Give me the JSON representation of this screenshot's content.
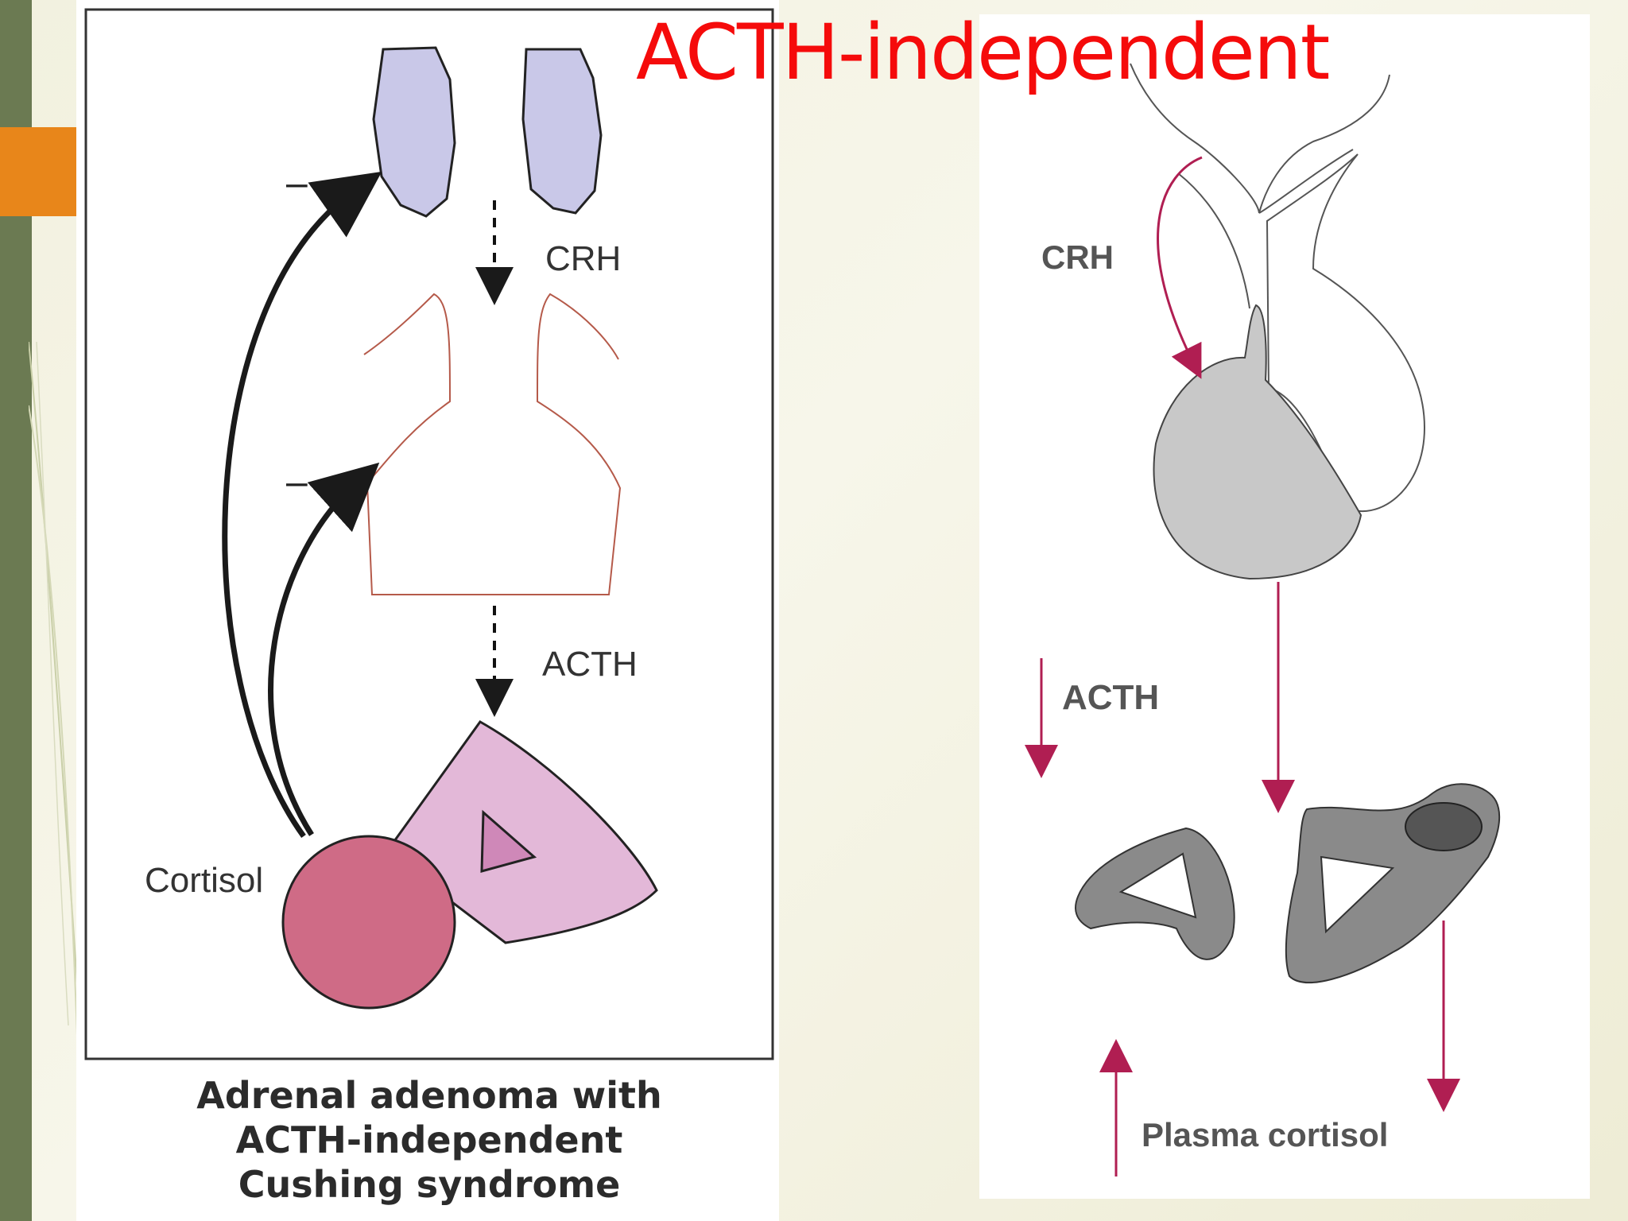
{
  "slide": {
    "title": "ACTH-independent"
  },
  "left_diagram": {
    "labels": {
      "crh": "CRH",
      "acth": "ACTH",
      "cortisol": "Cortisol",
      "minus_hypothalamus": "–",
      "minus_pituitary": "–"
    },
    "caption": [
      "Adrenal adenoma with",
      "ACTH-independent",
      "Cushing syndrome"
    ]
  },
  "right_diagram": {
    "labels": {
      "crh": "CRH",
      "acth": "ACTH",
      "plasma_cortisol": "Plasma cortisol"
    }
  },
  "colors": {
    "title": "#f50b0b",
    "accent_bar": "#6b7a52",
    "orange_tab": "#e8861a",
    "hypothalamus_fill": "#c9c8e8",
    "adrenal_fill": "#e3b8d8",
    "adenoma_fill": "#cf6b86",
    "arrow_magenta": "#b01e52",
    "pituitary_gray": "#c8c8c8",
    "adrenal_gray": "#8a8a8a"
  },
  "icons": {
    "feedback_arrows": "curved-arrow-icon",
    "flow_arrows": "dashed-down-arrow-icon"
  }
}
